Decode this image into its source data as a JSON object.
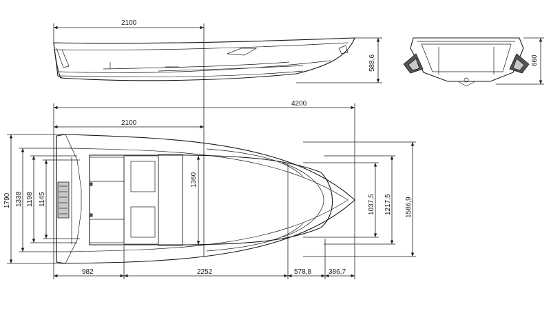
{
  "dimensions": {
    "side_length_bow": "2100",
    "side_height": "588,6",
    "front_height": "660",
    "overall_length": "4200",
    "length_to_seat": "2100",
    "width_overall": "1790",
    "width_1338": "1338",
    "width_1198": "1198",
    "width_1145": "1145",
    "inner_width": "1360",
    "bow_w1": "1037,5",
    "bow_w2": "1217,5",
    "bow_w3": "1586,9",
    "seg_1": "982",
    "seg_2": "2252",
    "seg_3": "578,8",
    "seg_4": "386,7"
  }
}
